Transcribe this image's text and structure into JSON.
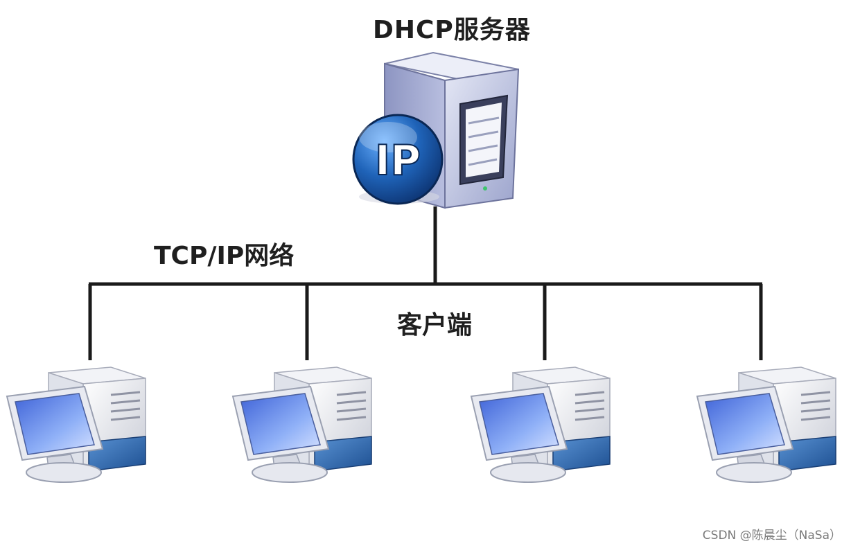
{
  "server": {
    "title": "DHCP服务器",
    "badge": "IP"
  },
  "network": {
    "label": "TCP/IP网络"
  },
  "clients": {
    "label": "客户端",
    "count": 4
  },
  "watermark": "CSDN @陈晨尘（NaSa）",
  "colors": {
    "line": "#1a1a1a",
    "server_body": "#c9cee8",
    "ip_badge": "#1f63b8",
    "screen": "#6f8fe8",
    "pc_base": "#2f6fb3"
  },
  "icons": [
    "server-icon",
    "ip-badge-icon",
    "desktop-computer-icon"
  ]
}
